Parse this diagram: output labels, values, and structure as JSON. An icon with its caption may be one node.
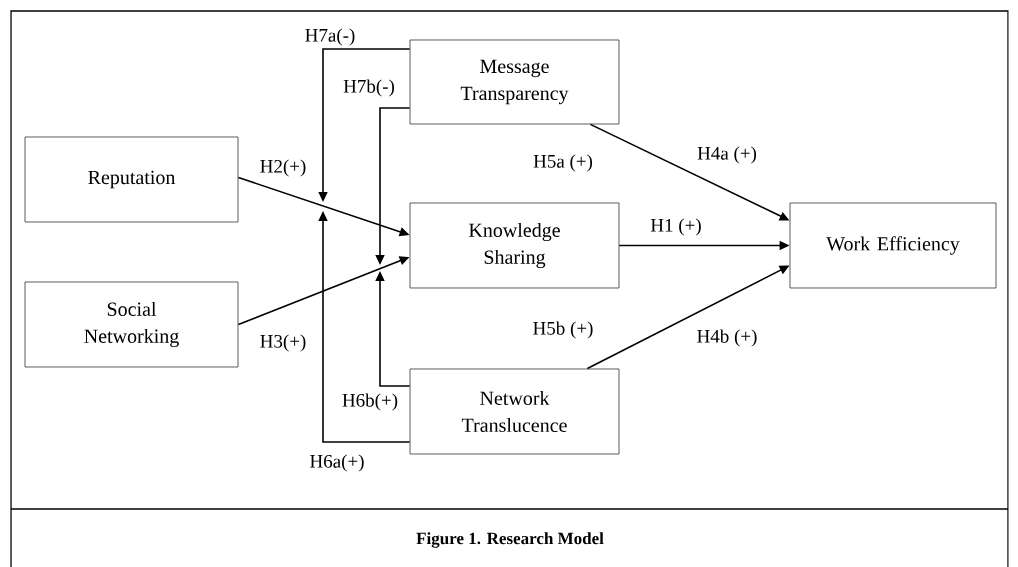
{
  "diagram": {
    "caption": "Figure 1. Research Model",
    "nodes": [
      {
        "text": [
          "Message Transparency"
        ]
      },
      {
        "text": [
          "Reputation"
        ]
      },
      {
        "text": [
          "Knowledge Sharing"
        ]
      },
      {
        "text": [
          "Work Efficiency"
        ]
      },
      {
        "text": [
          "Social Networking"
        ]
      },
      {
        "text": [
          "Network Translucence"
        ]
      }
    ],
    "edges": [
      {
        "from": 1,
        "to": 2,
        "arrow": "to",
        "label": "H2(+)"
      },
      {
        "from": 4,
        "to": 2,
        "arrow": "to",
        "label": "H3(+)"
      },
      {
        "from": 2,
        "to": 3,
        "arrow": "to",
        "label": "H1 (+)"
      },
      {
        "from": 0,
        "to": 3,
        "arrow": "to",
        "label": "H4a (+)"
      },
      {
        "from": 5,
        "to": 3,
        "arrow": "to",
        "label": "H4b (+)"
      },
      {
        "from": 0,
        "to": null,
        "arrow": "to",
        "label": "H7a(-)"
      },
      {
        "from": 0,
        "to": null,
        "arrow": "to",
        "label": "H7b(-)"
      },
      {
        "from": 5,
        "to": null,
        "arrow": "to",
        "label": "H6a(+)"
      },
      {
        "from": 5,
        "to": null,
        "arrow": "to",
        "label": "H6b(+)"
      }
    ],
    "labels": [
      "H5a (+)",
      "H5b (+)"
    ]
  }
}
